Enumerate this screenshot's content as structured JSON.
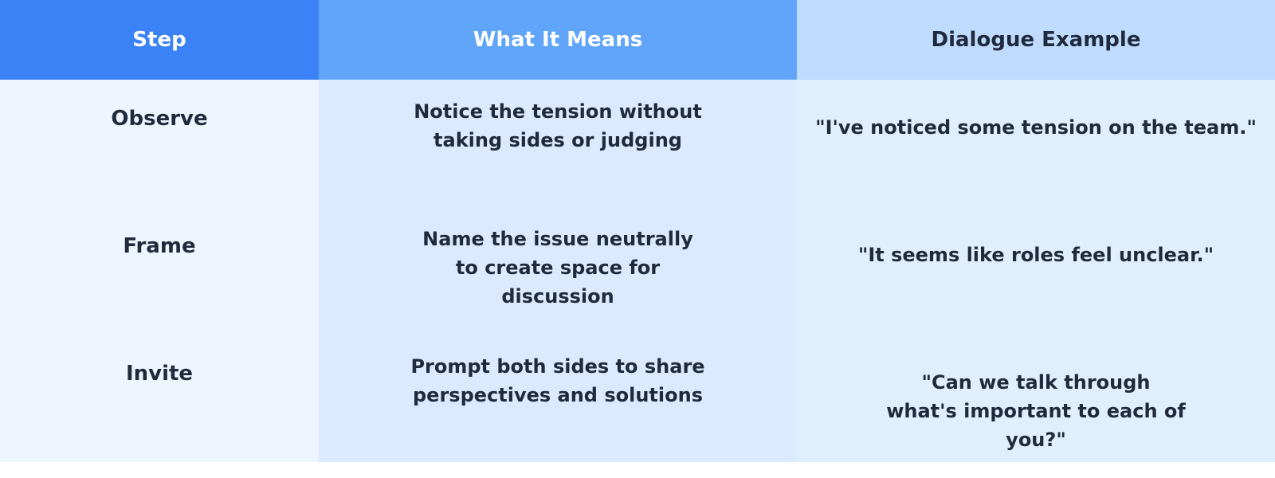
{
  "header": {
    "step": "Step",
    "meaning": "What It Means",
    "example": "Dialogue Example"
  },
  "rows": [
    {
      "step": "Observe",
      "meaning": "Notice the tension without taking sides or judging",
      "example": "\"I've noticed some tension on the team.\""
    },
    {
      "step": "Frame",
      "meaning": "Name the issue neutrally to create space for discussion",
      "example": "\"It seems like roles feel unclear.\""
    },
    {
      "step": "Invite",
      "meaning": "Prompt both sides to share perspectives and solutions",
      "example": "\"Can we talk through what's important to each of you?\""
    }
  ],
  "colors": {
    "header_step": "#3b82f6",
    "header_meaning": "#60a5fa",
    "header_example": "#bfdbfe",
    "text_dark": "#1f2a3c"
  }
}
